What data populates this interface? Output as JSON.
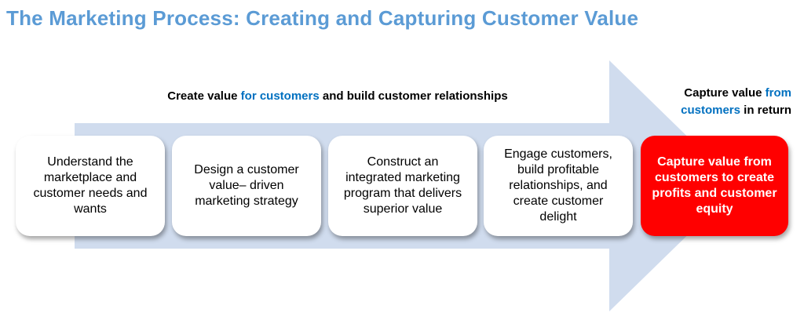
{
  "title": "The Marketing Process: Creating and Capturing Customer Value",
  "create_label": {
    "part1": "Create value ",
    "highlight": "for customers",
    "part2": " and build customer relationships"
  },
  "capture_label": {
    "part1": "Capture value ",
    "highlight1": "from",
    "highlight2": "customers",
    "part2": " in return"
  },
  "steps": [
    "Understand the marketplace and customer needs and wants",
    "Design a customer value– driven marketing strategy",
    "Construct an integrated marketing program that delivers superior value",
    "Engage customers, build profitable relationships, and create customer delight",
    "Capture value from customers to create profits and customer equity"
  ],
  "colors": {
    "title": "#5b9bd5",
    "highlight": "#0070c0",
    "arrow": "#d0dcee",
    "capture_box": "#ff0000"
  }
}
